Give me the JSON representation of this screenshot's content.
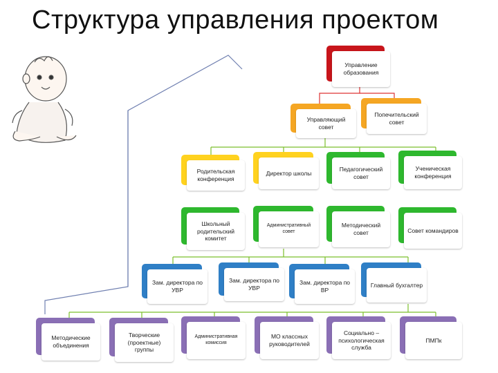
{
  "title": "Структура  управления  проектом",
  "nodes": {
    "upravlenie": "Управление образования",
    "upravlyayushchiy": "Управляющий совет",
    "popechitelskiy": "Попечительский совет",
    "roditelskaya": "Родительская конференция",
    "direktor": "Директор школы",
    "pedagogicheskiy": "Педагогический совет",
    "uchenicheskaya": "Ученическая конференция",
    "shkolnyy_komitet": "Школьный родительский комитет",
    "administrativnyy": "Административный совет",
    "metodicheskiy": "Методический совет",
    "sovet_komandirov": "Совет командиров",
    "zam_uvr_1": "Зам. директора по УВР",
    "zam_uvr_2": "Зам. директора по УВР",
    "zam_vr": "Зам. директора по ВР",
    "glavnyy_bukhgalter": "Главный бухгалтер",
    "metod_obedineniya": "Методические объединения",
    "tvorcheskie": "Творческие (проектные) группы",
    "admin_komissiya": "Административная комиссия",
    "mo_klassnykh": "МО  классных руководителей",
    "sotsialno": "Социально – психологическая служба",
    "pmpk": "ПМПк"
  },
  "colors": {
    "level1": "#c8151b",
    "level2": "#f5a623",
    "level3": "#ffd21f",
    "level4": "#2eb82e",
    "level5": "#2f7fc6",
    "level6": "#8a6fb5"
  },
  "illustration": "baby-icon"
}
